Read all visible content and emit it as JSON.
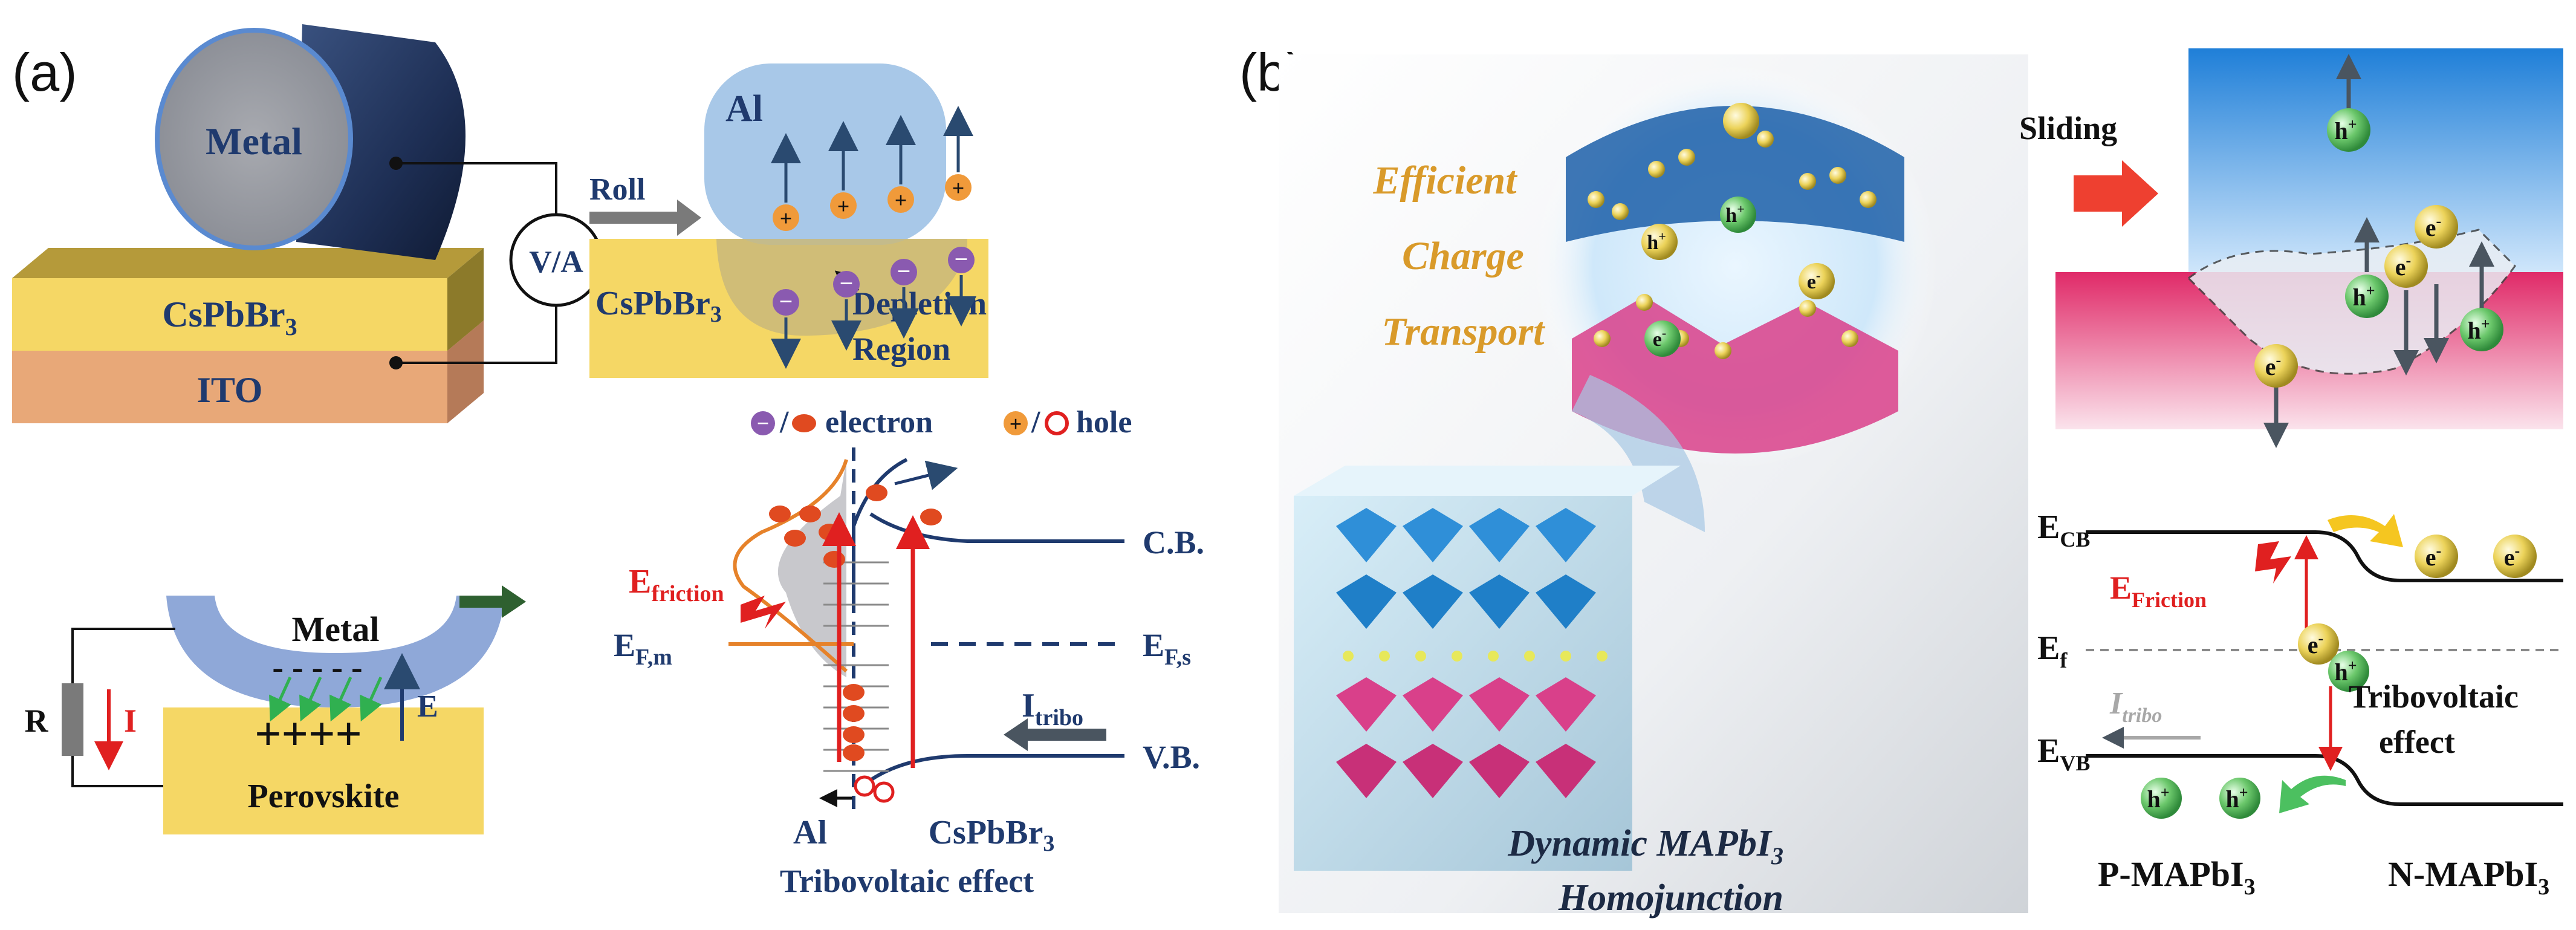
{
  "panel_a": {
    "label": "(a)",
    "top_left": {
      "metal_label": "Metal",
      "meter_label": "V/A",
      "layer1": "CsPbBr",
      "layer1_sub": "3",
      "layer2": "ITO"
    },
    "top_right": {
      "al_label": "Al",
      "roll_label": "Roll",
      "csp_label": "CsPbBr",
      "csp_sub": "3",
      "depletion_line1": "Depletion",
      "depletion_line2": "Region",
      "legend_electron": "electron",
      "legend_hole": "hole",
      "legend_sep": "/"
    },
    "bottom_left": {
      "metal_label": "Metal",
      "perovskite_label": "Perovskite",
      "resistor_label": "R",
      "current_label": "I",
      "field_label": "E",
      "charges_minus": "- - - - -",
      "charges_plus": "++++"
    },
    "band": {
      "cb_label": "C.B.",
      "vb_label": "V.B.",
      "efs_main": "E",
      "efs_sub": "F,s",
      "efm_main": "E",
      "efm_sub": "F,m",
      "efriction_main": "E",
      "efriction_sub": "friction",
      "itribo_main": "I",
      "itribo_sub": "tribo",
      "al_label": "Al",
      "csp_label": "CsPbBr",
      "csp_sub": "3",
      "caption": "Tribovoltaic effect"
    }
  },
  "panel_b": {
    "label": "(b)",
    "efficient": "Efficient",
    "charge": "Charge",
    "transport": "Transport",
    "dynamic_line1": "Dynamic MAPbI",
    "dynamic_sub": "3",
    "dynamic_line2": "Homojunction",
    "sliding": "Sliding",
    "hplus": "h",
    "hplus_sup": "+",
    "eminus": "e",
    "eminus_sup": "-",
    "ecb_main": "E",
    "ecb_sub": "CB",
    "ef_main": "E",
    "ef_sub": "f",
    "evb_main": "E",
    "evb_sub": "VB",
    "efriction_main": "E",
    "efriction_sub": "Friction",
    "itribo_main": "I",
    "itribo_sub": "tribo",
    "tribo_line1": "Tribovoltaic",
    "tribo_line2": "effect",
    "p_label": "P-MAPbI",
    "p_sub": "3",
    "n_label": "N-MAPbI",
    "n_sub": "3"
  },
  "colors": {
    "navy": "#1f3a6e",
    "red": "#e02020",
    "gold": "#f5d765",
    "al_blue": "#a8c8e8",
    "metal_blue": "#8fa8d8",
    "ito": "#e8a878",
    "pink": "#e0306a",
    "green": "#5cc060",
    "orange_text": "#d99a2a"
  }
}
